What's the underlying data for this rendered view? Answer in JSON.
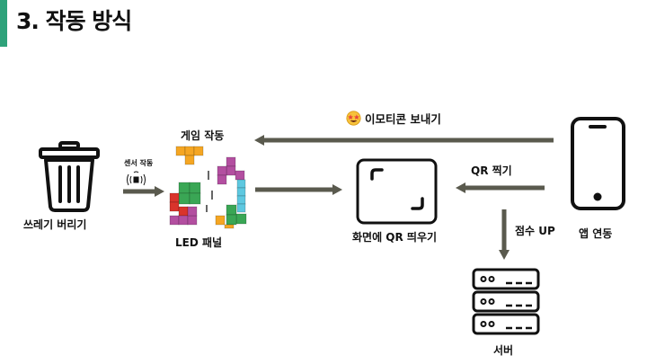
{
  "title": "3. 작동 방식",
  "nodes": {
    "trash": "쓰레기 버리기",
    "sensor": "센서 작동",
    "game": "게임 작동",
    "led": "LED 패널",
    "qr_screen": "화면에 QR 띄우기",
    "app": "앱 연동",
    "server": "서버"
  },
  "edges": {
    "emoticon": "이모티콘 보내기",
    "qr_scan": "QR 찍기",
    "score_up": "점수 UP"
  },
  "icons": [
    "trash-can-icon",
    "sensor-signal-icon",
    "tetris-blocks-icon",
    "qr-frame-icon",
    "smartphone-icon",
    "server-rack-icon",
    "star-struck-emoji-icon"
  ],
  "colors": {
    "accent": "#2ea27a",
    "arrow": "#5a5a4e",
    "orange": "#f5a623",
    "green": "#3aa655",
    "purple": "#b34fa0",
    "red": "#d9342b",
    "cyan": "#5ec8e0"
  }
}
